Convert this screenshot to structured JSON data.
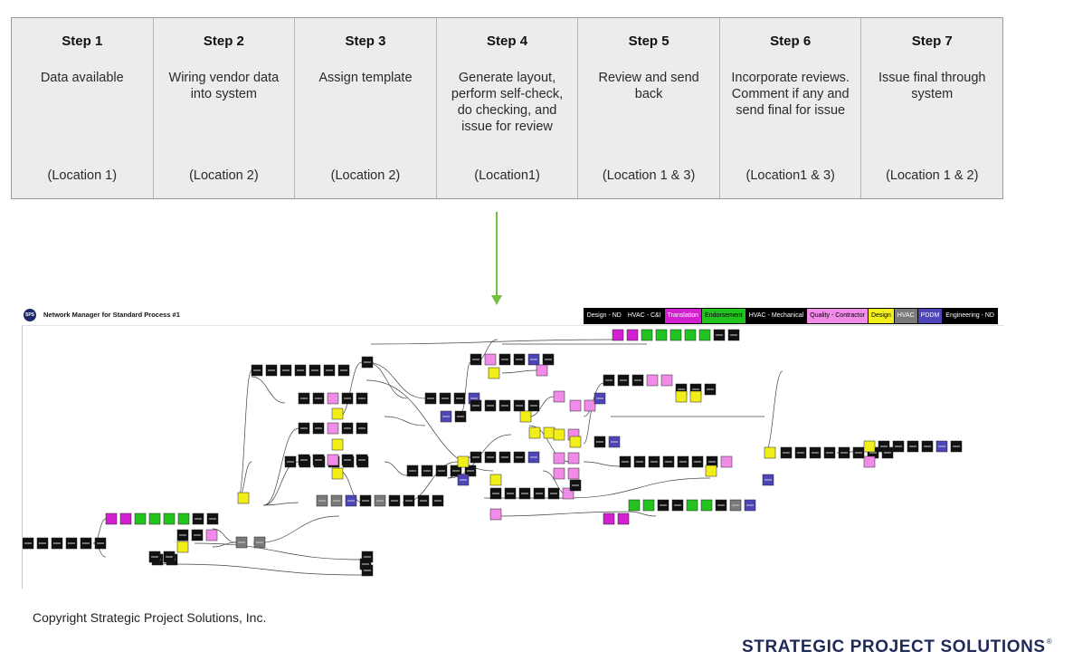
{
  "steps": [
    {
      "title": "Step 1",
      "description": "Data available",
      "location": "(Location 1)"
    },
    {
      "title": "Step 2",
      "description": "Wiring vendor data into system",
      "location": "(Location 2)"
    },
    {
      "title": "Step 3",
      "description": "Assign template",
      "location": "(Location 2)"
    },
    {
      "title": "Step 4",
      "description": "Generate layout, perform self-check, do checking, and issue for review",
      "location": "(Location1)"
    },
    {
      "title": "Step 5",
      "description": "Review and send back",
      "location": "(Location 1 & 3)"
    },
    {
      "title": "Step 6",
      "description": "Incorporate reviews. Comment if any and send final for issue",
      "location": "(Location1 & 3)"
    },
    {
      "title": "Step 7",
      "description": "Issue final through system",
      "location": "(Location 1 & 2)"
    }
  ],
  "network_manager": {
    "logo_text": "SPS",
    "title": "Network Manager for Standard Process #1",
    "legend": [
      {
        "label": "Design - ND",
        "bg": "#000000",
        "fg": "#ffffff"
      },
      {
        "label": "HVAC - C&I",
        "bg": "#000000",
        "fg": "#ffffff"
      },
      {
        "label": "Translation",
        "bg": "#d21fd0",
        "fg": "#ffffff"
      },
      {
        "label": "Endorsement",
        "bg": "#22c31f",
        "fg": "#000000"
      },
      {
        "label": "HVAC - Mechanical",
        "bg": "#000000",
        "fg": "#ffffff"
      },
      {
        "label": "Quality - Contractor",
        "bg": "#f08ce8",
        "fg": "#000000"
      },
      {
        "label": "Design",
        "bg": "#f2ee1a",
        "fg": "#000000"
      },
      {
        "label": "HVAC",
        "bg": "#7a7a7a",
        "fg": "#ffffff"
      },
      {
        "label": "PDDM",
        "bg": "#4d44b8",
        "fg": "#ffffff"
      },
      {
        "label": "Engineering - ND",
        "bg": "#000000",
        "fg": "#ffffff"
      }
    ]
  },
  "colors": {
    "arrow": "#74c043",
    "node_black": "#111111",
    "node_magenta": "#d21fd0",
    "node_green": "#22c31f",
    "node_pink": "#f08ce8",
    "node_yellow": "#f2ee1a",
    "node_gray": "#7a7a7a",
    "node_purple": "#4d44b8",
    "brand_navy": "#1f2a57"
  },
  "footer": {
    "copyright": "Copyright Strategic Project Solutions, Inc.",
    "brand": "STRATEGIC PROJECT SOLUTIONS",
    "brand_mark": "®"
  }
}
